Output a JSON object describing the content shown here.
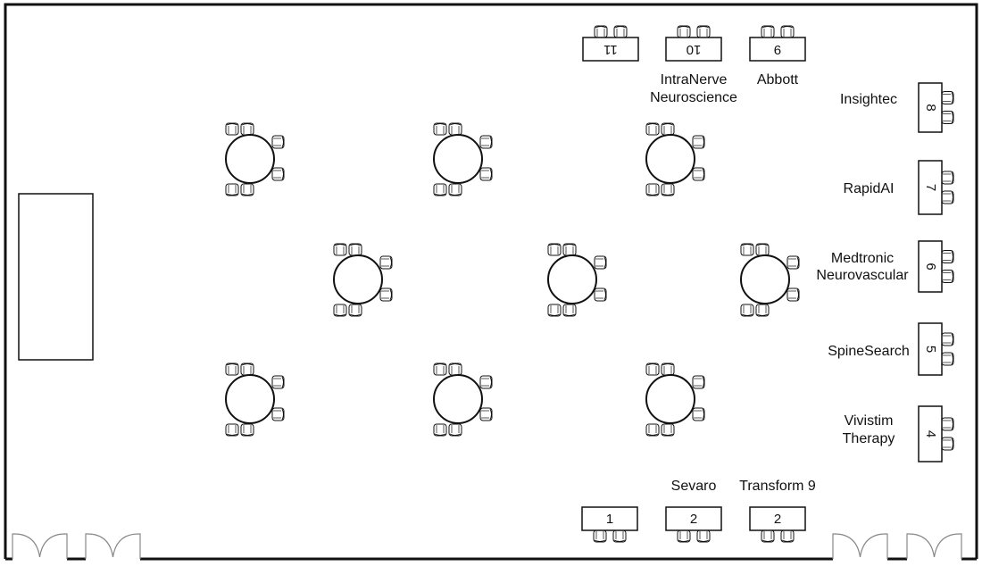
{
  "title": "Exhibit hall floor plan",
  "booths": {
    "top": [
      {
        "number": "11",
        "label": []
      },
      {
        "number": "10",
        "label": [
          "IntraNerve",
          "Neuroscience"
        ]
      },
      {
        "number": "9",
        "label": [
          "Abbott"
        ]
      }
    ],
    "right": [
      {
        "number": "8",
        "label": [
          "Insightec"
        ]
      },
      {
        "number": "7",
        "label": [
          "RapidAI"
        ]
      },
      {
        "number": "6",
        "label": [
          "Medtronic",
          "Neurovascular"
        ]
      },
      {
        "number": "5",
        "label": [
          "SpineSearch"
        ]
      },
      {
        "number": "4",
        "label": [
          "Vivistim",
          "Therapy"
        ]
      }
    ],
    "bottom": [
      {
        "number": "1",
        "label": []
      },
      {
        "number": "2",
        "label": [
          "Sevaro"
        ]
      },
      {
        "number": "2",
        "label": [
          "Transform 9"
        ]
      }
    ]
  },
  "round_tables": 9,
  "colors": {
    "line": "#111111",
    "door": "#888888"
  }
}
